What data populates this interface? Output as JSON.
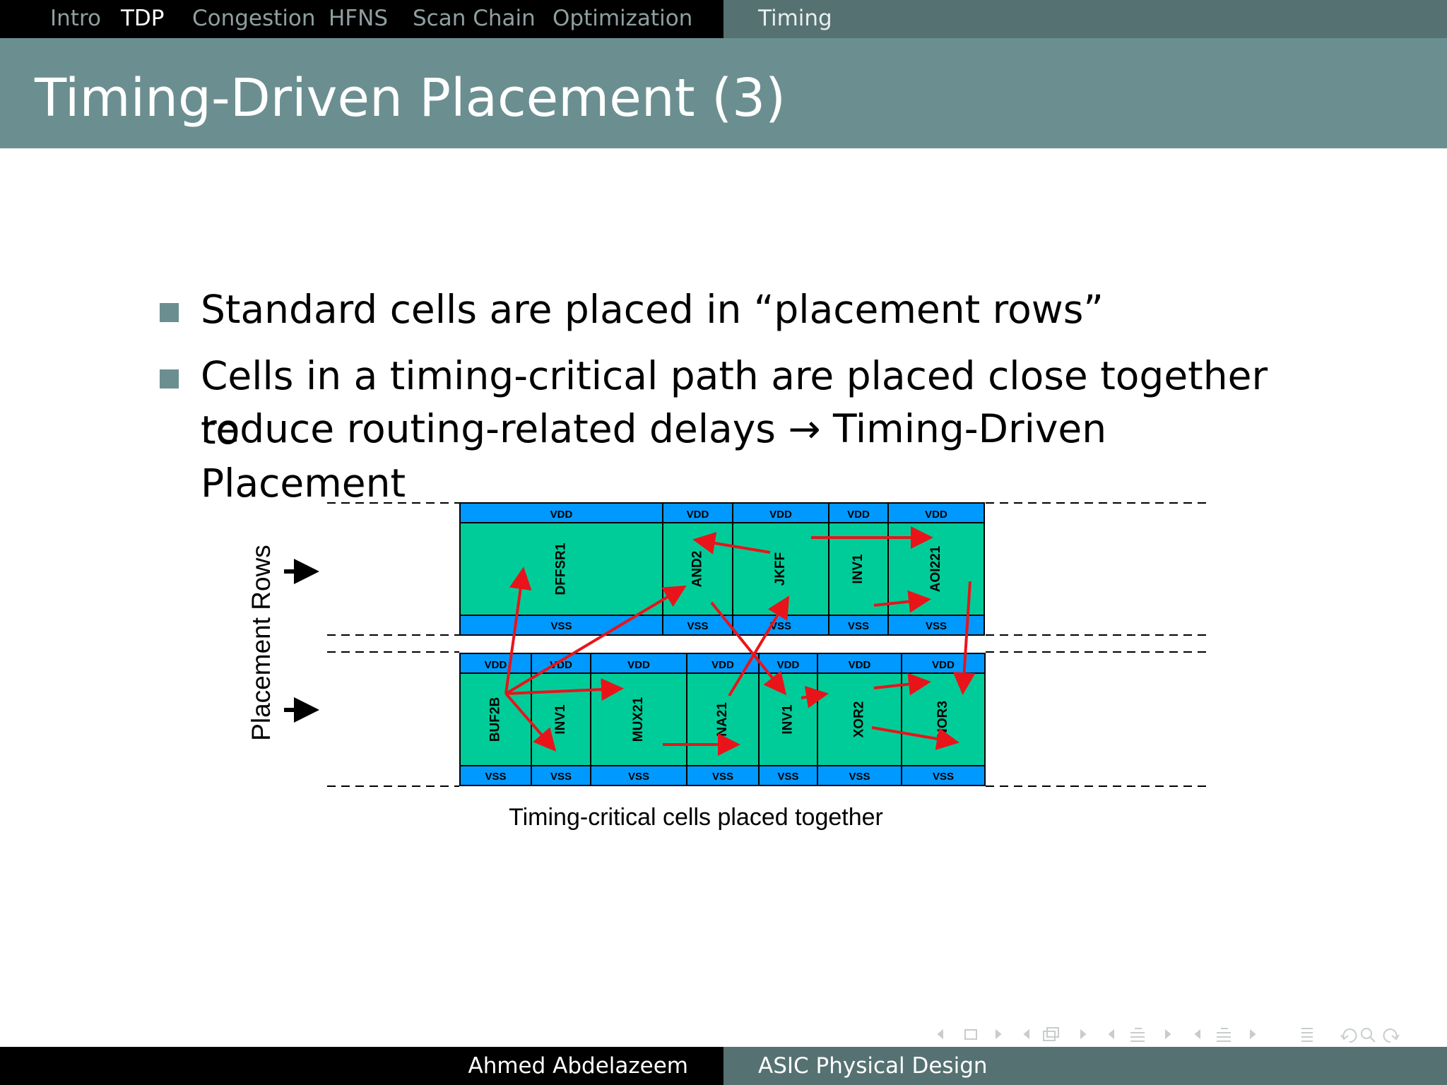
{
  "nav": {
    "items": [
      {
        "label": "Intro",
        "active": false
      },
      {
        "label": "TDP",
        "active": true
      },
      {
        "label": "Congestion",
        "active": false
      },
      {
        "label": "HFNS",
        "active": false
      },
      {
        "label": "Scan Chain",
        "active": false
      },
      {
        "label": "Optimization",
        "active": false
      }
    ],
    "section": "Timing"
  },
  "slide": {
    "title": "Timing-Driven Placement (3)",
    "bullets": [
      {
        "line1": "Standard cells are placed in “placement rows”",
        "line2": ""
      },
      {
        "line1": "Cells in a timing-critical path are placed close together to",
        "line2": "reduce routing-related delays → Timing-Driven Placement"
      }
    ]
  },
  "diagram": {
    "axis_label": "Placement Rows",
    "caption": "Timing-critical cells placed together",
    "rail_vdd": "VDD",
    "rail_vss": "VSS",
    "row1_cells": [
      "DFFSR1",
      "AND2",
      "JKFF",
      "INV1",
      "AOI221"
    ],
    "row2_cells": [
      "BUF2B",
      "INV1",
      "MUX21",
      "NA21",
      "INV1",
      "XOR2",
      "NOR3"
    ],
    "colors": {
      "cell": "#00cc99",
      "rail": "#0099ff",
      "arrow": "#e8141a"
    }
  },
  "footer": {
    "author": "Ahmed Abdelazeem",
    "course": "ASIC Physical Design"
  },
  "nav_controls": {
    "icons": [
      "frame-prev-icon",
      "frame-icon",
      "frame-next-icon",
      "subsection-prev-icon",
      "subsection-icon",
      "subsection-next-icon",
      "section-prev-icon",
      "section-icon",
      "section-next-icon",
      "presentation-prev-icon",
      "presentation-icon",
      "presentation-next-icon",
      "toc-icon",
      "undo-icon",
      "search-icon",
      "redo-icon"
    ]
  }
}
